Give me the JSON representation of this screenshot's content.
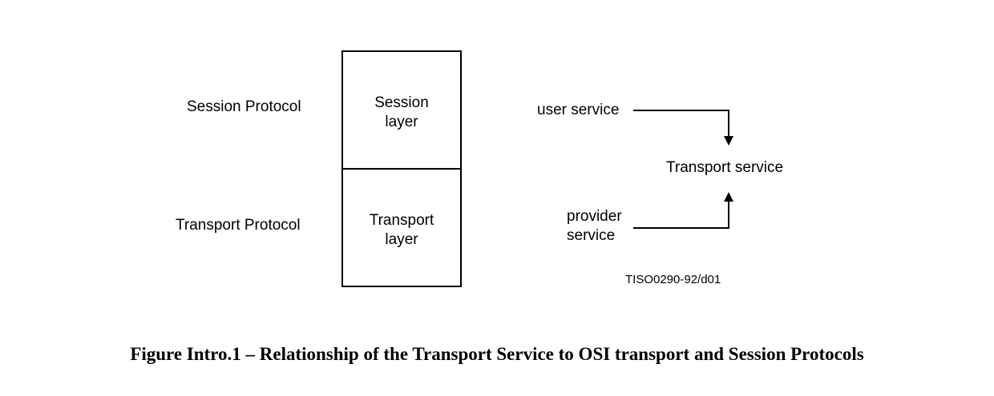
{
  "diagram": {
    "left_labels": {
      "session_protocol": "Session Protocol",
      "transport_protocol": "Transport Protocol"
    },
    "stack": {
      "session_layer": [
        "Session",
        "layer"
      ],
      "transport_layer": [
        "Transport",
        "layer"
      ]
    },
    "service": {
      "user_service": "user service",
      "transport_service": "Transport service",
      "provider_service": [
        "provider",
        "service"
      ]
    },
    "figure_code": "TISO0290-92/d01"
  },
  "caption": "Figure Intro.1 – Relationship of the Transport Service to OSI transport and Session Protocols"
}
